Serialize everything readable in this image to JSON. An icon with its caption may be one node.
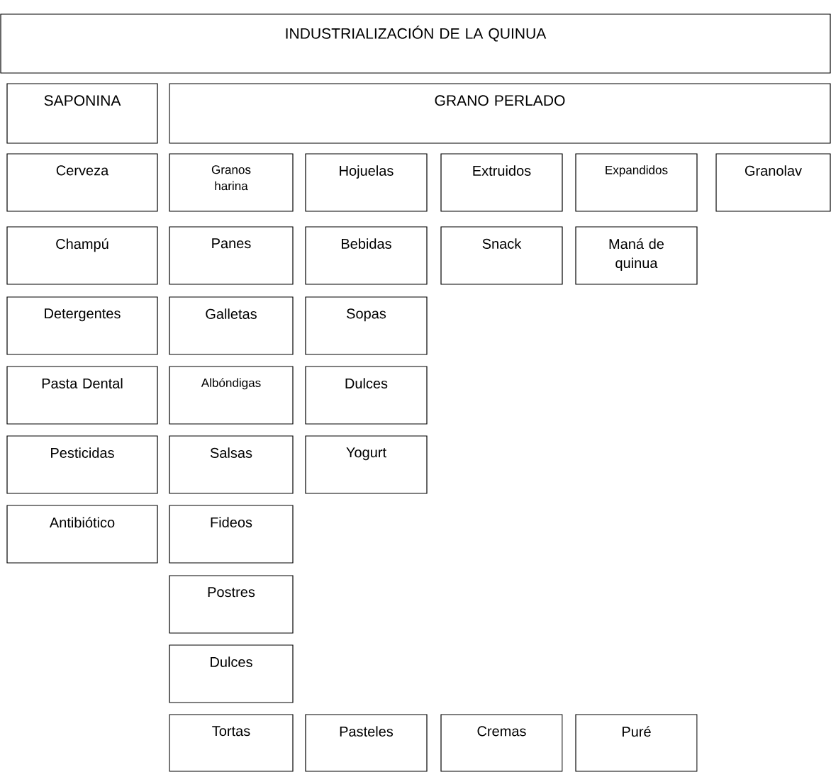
{
  "diagram": {
    "nodes": [
      {
        "text": [
          "INDUSTRIALIZACIÓN DE LA QUINUA"
        ]
      },
      {
        "text": [
          "SAPONINA"
        ]
      },
      {
        "text": [
          "GRANO PERLADO"
        ]
      },
      {
        "text": [
          "Cerveza"
        ]
      },
      {
        "text": [
          "Granos harina"
        ]
      },
      {
        "text": [
          "Hojuelas"
        ]
      },
      {
        "text": [
          "Extruidos"
        ]
      },
      {
        "text": [
          "Expandidos"
        ]
      },
      {
        "text": [
          "Granolav"
        ]
      },
      {
        "text": [
          "Champú"
        ]
      },
      {
        "text": [
          "Panes"
        ]
      },
      {
        "text": [
          "Bebidas"
        ]
      },
      {
        "text": [
          "Snack"
        ]
      },
      {
        "text": [
          "Maná de quinua"
        ]
      },
      {
        "text": [
          "Detergentes"
        ]
      },
      {
        "text": [
          "Galletas"
        ]
      },
      {
        "text": [
          "Sopas"
        ]
      },
      {
        "text": [
          "Pasta Dental"
        ]
      },
      {
        "text": [
          "Albóndigas"
        ]
      },
      {
        "text": [
          "Dulces"
        ]
      },
      {
        "text": [
          "Pesticidas"
        ]
      },
      {
        "text": [
          "Salsas"
        ]
      },
      {
        "text": [
          "Yogurt"
        ]
      },
      {
        "text": [
          "Antibiótico"
        ]
      },
      {
        "text": [
          "Fideos"
        ]
      },
      {
        "text": [
          "Postres"
        ]
      },
      {
        "text": [
          "Dulces"
        ]
      },
      {
        "text": [
          "Tortas"
        ]
      },
      {
        "text": [
          "Pasteles"
        ]
      },
      {
        "text": [
          "Cremas"
        ]
      },
      {
        "text": [
          "Puré"
        ]
      }
    ]
  }
}
